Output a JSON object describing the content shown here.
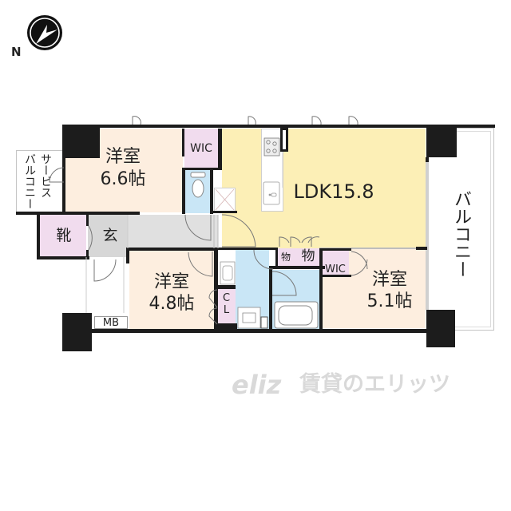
{
  "compass": {
    "label": "N",
    "icon": "north-arrow-icon"
  },
  "rooms": {
    "western_room_1": {
      "name": "洋室",
      "size": "6.6帖"
    },
    "wic_1": {
      "label": "WIC"
    },
    "ldk": {
      "label": "LDK15.8"
    },
    "balcony": {
      "label": "バルコニー"
    },
    "service_balcony": {
      "label_col1": "サービス",
      "label_col2": "バルコニー"
    },
    "shoe_closet": {
      "label": "靴"
    },
    "entrance": {
      "label": "玄"
    },
    "western_room_2": {
      "name": "洋室",
      "size": "4.8帖"
    },
    "closet": {
      "label": "CL"
    },
    "meter_box": {
      "label": "MB"
    },
    "storage_1": {
      "label": "物"
    },
    "storage_2": {
      "label": "物"
    },
    "wic_2": {
      "label": "WIC"
    },
    "western_room_3": {
      "name": "洋室",
      "size": "5.1帖"
    }
  },
  "watermark": {
    "logo": "eliz",
    "text": "賃貸のエリッツ"
  },
  "colors": {
    "wall": "#1c1c1c",
    "western_room": "#fdeedf",
    "ldk": "#fcefb6",
    "closet": "#f1dcee",
    "wet_area": "#c9e6f6",
    "hallway": "#e0e0e0",
    "watermark": "#d9d9d9"
  }
}
